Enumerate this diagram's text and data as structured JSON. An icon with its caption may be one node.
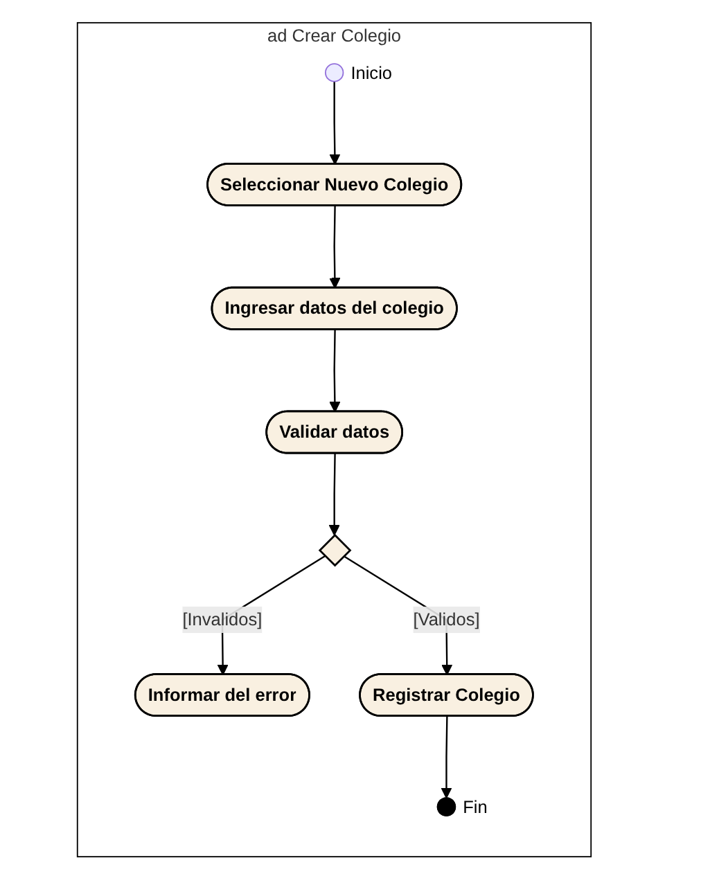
{
  "diagram": {
    "nodes": [
      {
        "text": [
          "ad Crear Colegio"
        ]
      },
      {
        "text": [],
        "shape": "circle",
        "in": 0,
        "beside": [
          "Inicio"
        ]
      },
      {
        "text": [
          "Seleccionar Nuevo Colegio"
        ],
        "in": 0
      },
      {
        "text": [
          "Ingresar datos del colegio"
        ],
        "in": 0
      },
      {
        "text": [
          "Validar datos"
        ],
        "in": 0
      },
      {
        "text": [],
        "shape": "diamond",
        "in": 0
      },
      {
        "text": [
          "Informar del error"
        ],
        "in": 0
      },
      {
        "text": [
          "Registrar Colegio"
        ],
        "in": 0
      },
      {
        "text": [],
        "shape": "circle",
        "in": 0,
        "beside": [
          "Fin"
        ]
      }
    ],
    "edges": [
      {
        "from": 1,
        "to": 2,
        "arrow": "to"
      },
      {
        "from": 2,
        "to": 3,
        "arrow": "to"
      },
      {
        "from": 3,
        "to": 4,
        "arrow": "to"
      },
      {
        "from": 4,
        "to": 5,
        "arrow": "to"
      },
      {
        "from": 5,
        "to": 6,
        "arrow": "to",
        "label": "[Invalidos]"
      },
      {
        "from": 5,
        "to": 7,
        "arrow": "to",
        "label": "[Validos]"
      },
      {
        "from": 7,
        "to": 8,
        "arrow": "to"
      }
    ]
  }
}
